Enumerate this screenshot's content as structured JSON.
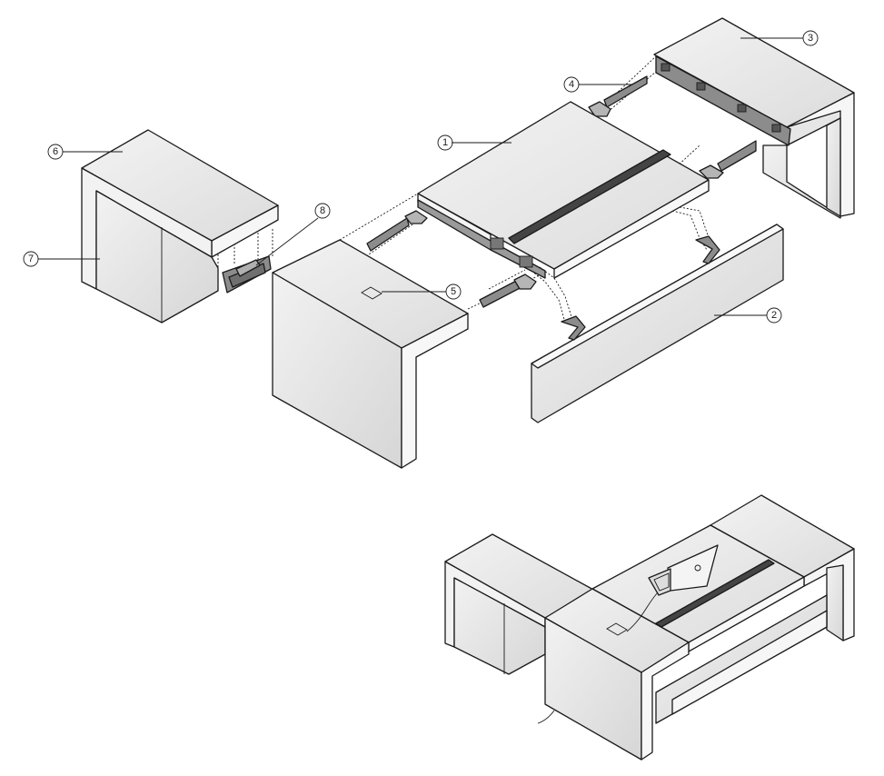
{
  "colors": {
    "outline": "#1a1a1a",
    "top_face": "#ebebeb",
    "side_face": "#f7f7f7",
    "front_face": "#e2e2e2",
    "bracket": "#8c8c8c",
    "bracket_dark": "#6f6f6f",
    "background": "#ffffff"
  },
  "callouts": [
    {
      "id": "1",
      "label": "1"
    },
    {
      "id": "2",
      "label": "2"
    },
    {
      "id": "3",
      "label": "3"
    },
    {
      "id": "4",
      "label": "4"
    },
    {
      "id": "5",
      "label": "5"
    },
    {
      "id": "6",
      "label": "6"
    },
    {
      "id": "7",
      "label": "7"
    },
    {
      "id": "8",
      "label": "8"
    }
  ]
}
